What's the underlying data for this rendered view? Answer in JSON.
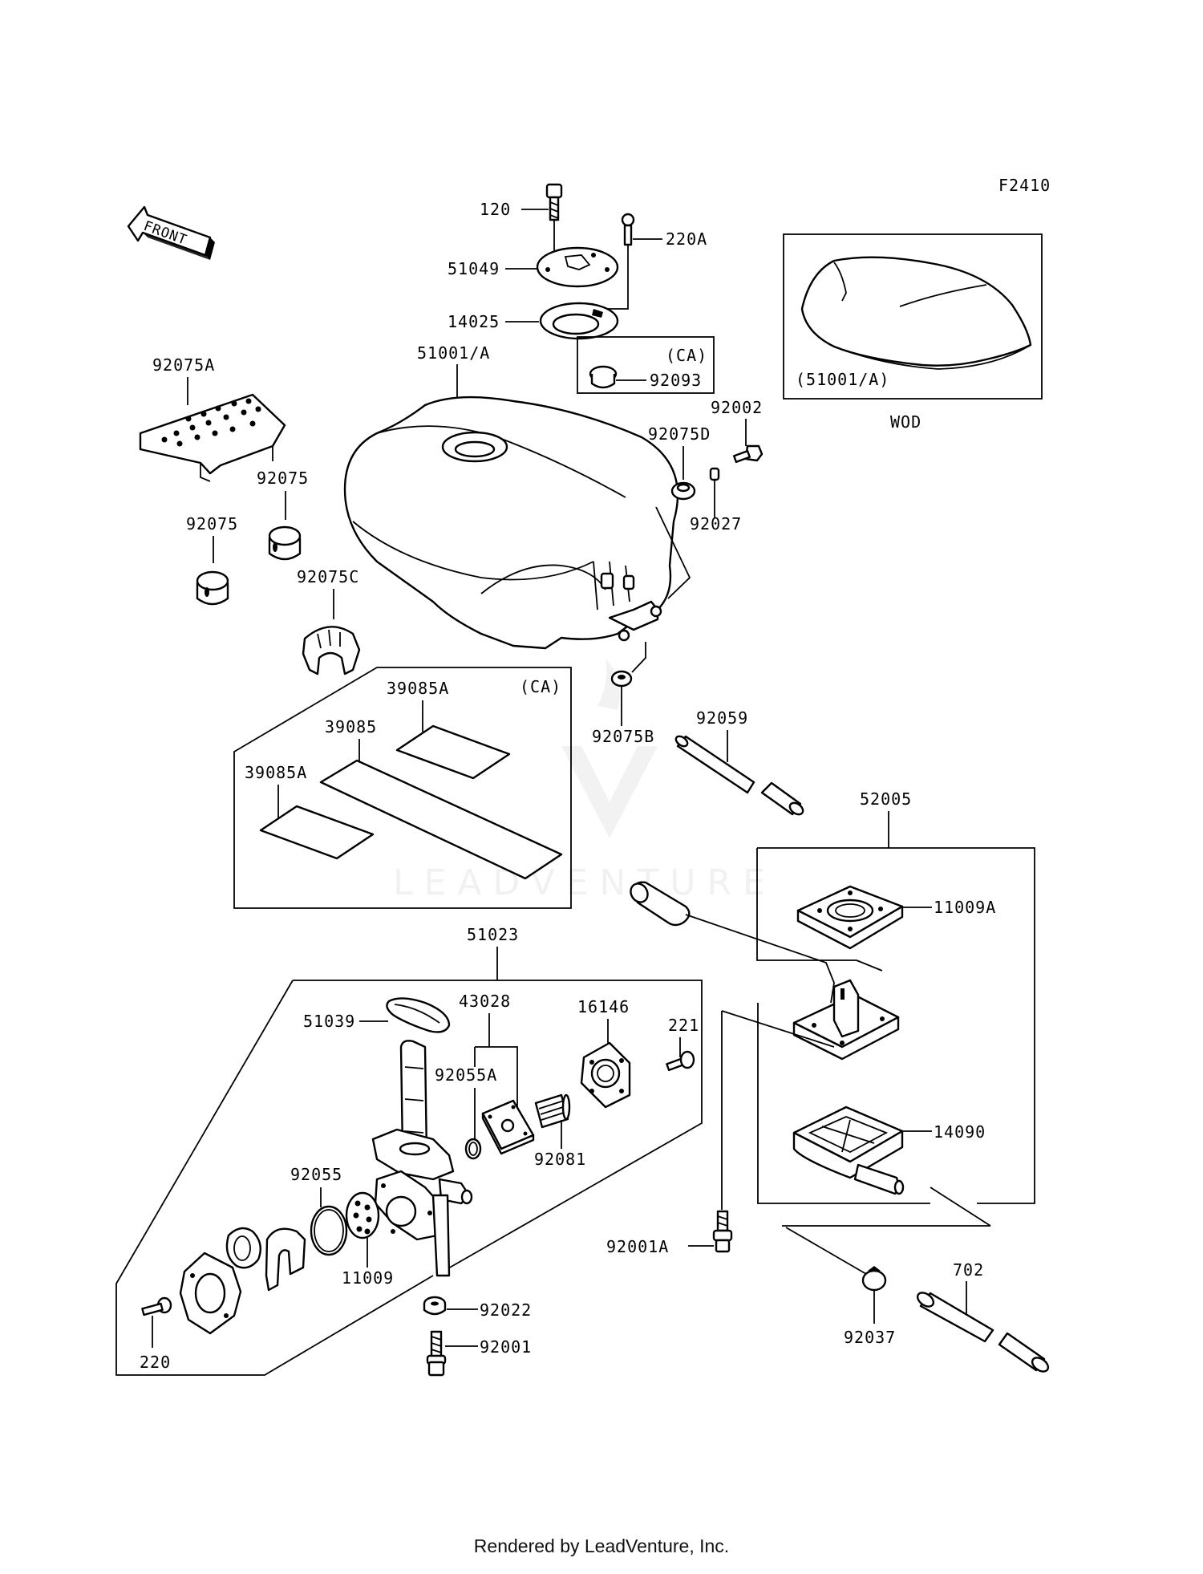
{
  "diagram": {
    "code": "F2410",
    "front_label": "FRONT",
    "inset_caption": "WOD",
    "inset_part": "(51001/A)",
    "ca_top": "(CA)",
    "ca_decals": "(CA)",
    "watermark": "LEADVENTURE",
    "parts": {
      "p120": "120",
      "p220A": "220A",
      "p51049": "51049",
      "p14025": "14025",
      "p92093": "92093",
      "p51001A": "51001/A",
      "p92075A": "92075A",
      "p92002": "92002",
      "p92075D": "92075D",
      "p92027": "92027",
      "p92075_1": "92075",
      "p92075_2": "92075",
      "p92075C": "92075C",
      "p39085A_1": "39085A",
      "p39085": "39085",
      "p39085A_2": "39085A",
      "p92075B": "92075B",
      "p92059": "92059",
      "p52005": "52005",
      "p11009A": "11009A",
      "p14090": "14090",
      "p51023": "51023",
      "p43028": "43028",
      "p51039": "51039",
      "p16146": "16146",
      "p221": "221",
      "p92055A": "92055A",
      "p92081": "92081",
      "p92055": "92055",
      "p11009": "11009",
      "p92022": "92022",
      "p92001": "92001",
      "p220": "220",
      "p92001A": "92001A",
      "p92037": "92037",
      "p702": "702"
    }
  },
  "footer": {
    "text": "Rendered by LeadVenture, Inc."
  }
}
